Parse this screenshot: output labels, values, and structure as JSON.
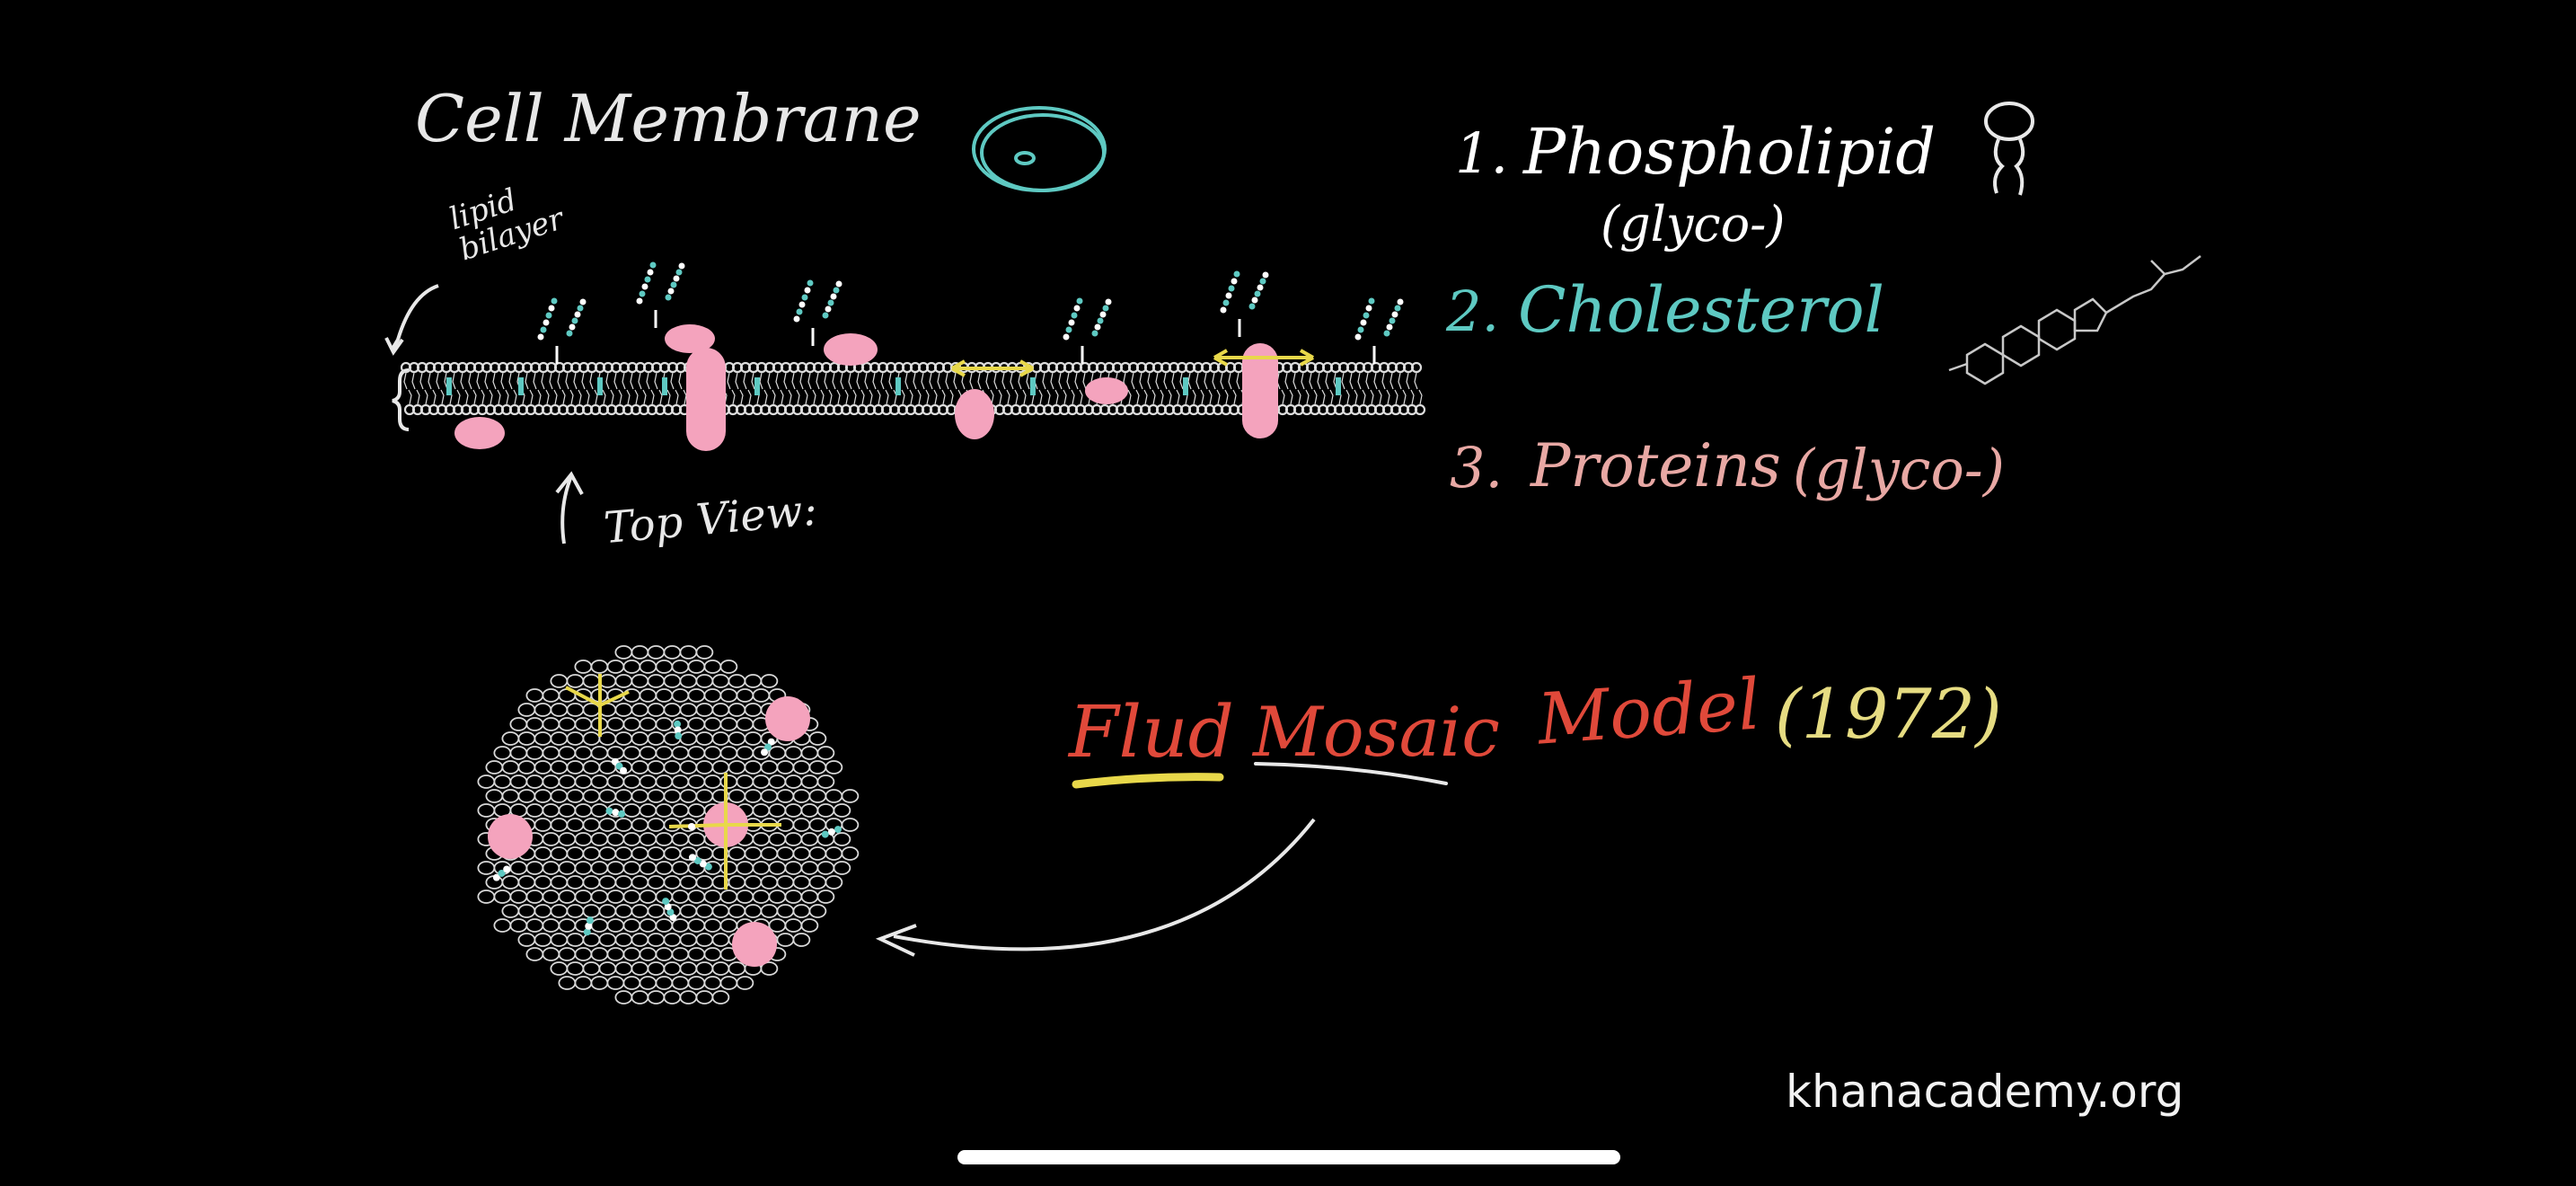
{
  "title": "Cell Membrane",
  "side_label": "lipid\nbilayer",
  "top_view_label": "Top View:",
  "components": [
    {
      "num": "1.",
      "name": "Phospholipid",
      "note": "(glyco-)",
      "color": "#ffffff"
    },
    {
      "num": "2.",
      "name": "Cholesterol",
      "note": "",
      "color": "#5ec9c2"
    },
    {
      "num": "3.",
      "name": "Proteins",
      "note": "(glyco-)",
      "color": "#e8a8a4"
    }
  ],
  "model": {
    "fluid": "Flud",
    "mosaic": "Mosaic",
    "model": "Model",
    "year": "(1972)",
    "red": "#e0493a",
    "year_color": "#e6dc82",
    "underline_yellow": "#e8d84a"
  },
  "colors": {
    "chalk": "#e8e8e8",
    "teal": "#5ec9c2",
    "pink": "#f4a3bd",
    "yellow": "#e8d84a",
    "background": "#000000"
  },
  "watermark": "khanacademy.org"
}
